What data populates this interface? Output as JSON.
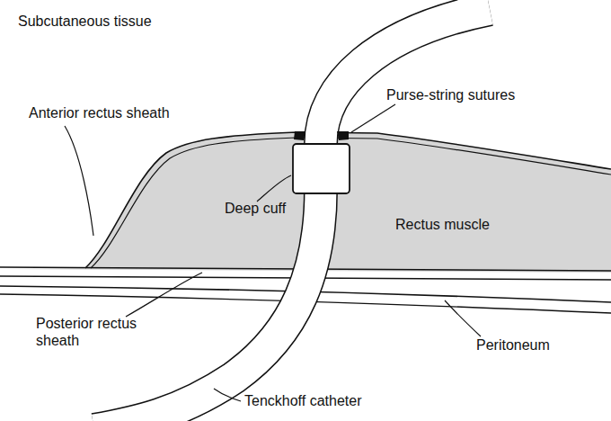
{
  "diagram": {
    "labels": [
      "Subcutaneous tissue",
      "Anterior rectus sheath",
      "Purse-string sutures",
      "Deep cuff",
      "Rectus muscle",
      "Posterior rectus sheath",
      "Peritoneum",
      "Tenckhoff catheter"
    ]
  }
}
